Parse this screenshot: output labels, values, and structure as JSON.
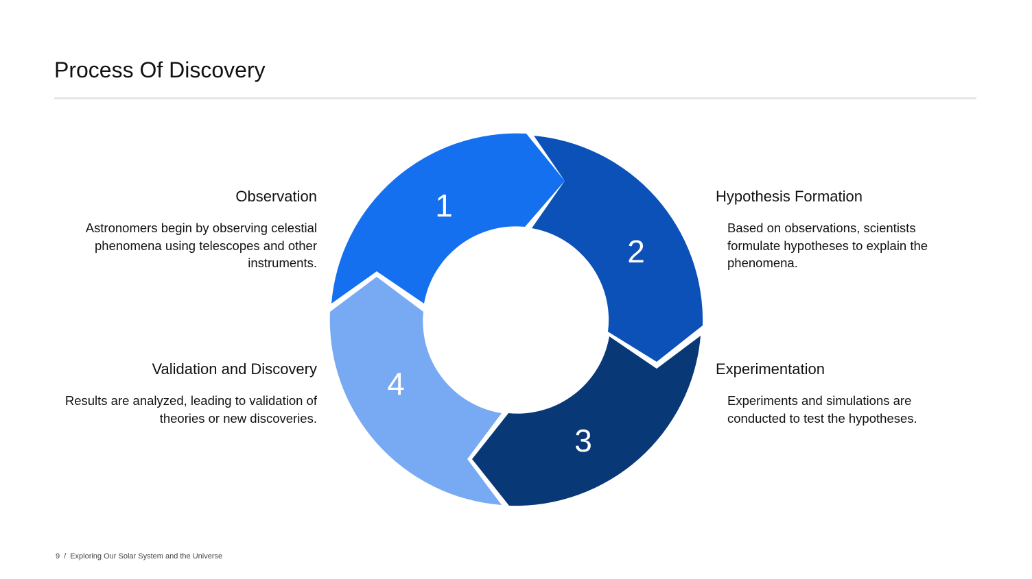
{
  "title": "Process Of Discovery",
  "colors": {
    "step1": "#1570ef",
    "step2": "#0b51b8",
    "step3": "#093877",
    "step4": "#78a9f3"
  },
  "steps": [
    {
      "number": "1",
      "heading": "Observation",
      "text": "Astronomers begin by observing celestial phenomena using telescopes and other instruments."
    },
    {
      "number": "2",
      "heading": "Hypothesis Formation",
      "text": "Based on observations, scientists formulate hypotheses to explain the phenomena."
    },
    {
      "number": "3",
      "heading": "Experimentation",
      "text": "Experiments and simulations are conducted to test the hypotheses."
    },
    {
      "number": "4",
      "heading": "Validation and Discovery",
      "text": "Results are analyzed, leading to validation of theories or new discoveries."
    }
  ],
  "footer": {
    "page": "9",
    "separator": "/",
    "deck": "Exploring Our Solar System and the Universe"
  }
}
